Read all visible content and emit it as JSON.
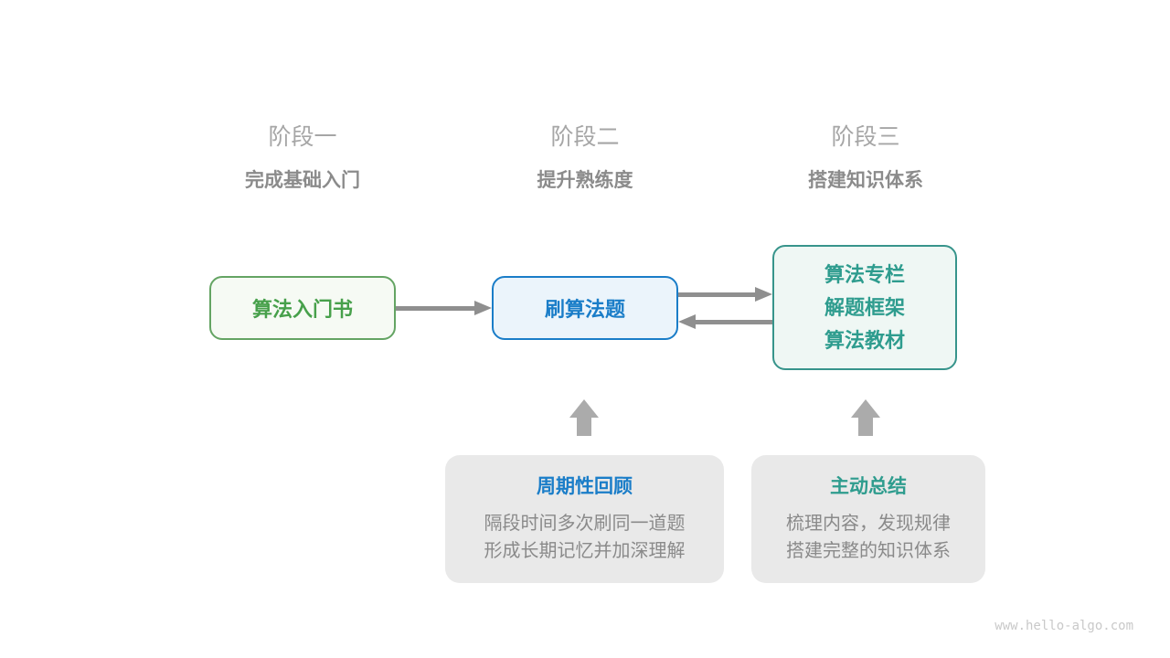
{
  "stages": [
    {
      "title": "阶段一",
      "subtitle": "完成基础入门"
    },
    {
      "title": "阶段二",
      "subtitle": "提升熟练度"
    },
    {
      "title": "阶段三",
      "subtitle": "搭建知识体系"
    }
  ],
  "nodes": {
    "intro_book": {
      "label": "算法入门书",
      "accent": "#47a04b"
    },
    "practice": {
      "label": "刷算法题",
      "accent": "#1a7dc8"
    },
    "knowledge": {
      "lines": [
        "算法专栏",
        "解题框架",
        "算法教材"
      ],
      "accent": "#2e9c8e"
    }
  },
  "arrows": {
    "horizontal_color": "#8f8f8f",
    "up_color": "#ababab"
  },
  "notes": [
    {
      "title": "周期性回顾",
      "body": [
        "隔段时间多次刷同一道题",
        "形成长期记忆并加深理解"
      ],
      "accent": "#1a7dc8"
    },
    {
      "title": "主动总结",
      "body": [
        "梳理内容，发现规律",
        "搭建完整的知识体系"
      ],
      "accent": "#2e9c8e"
    }
  ],
  "watermark": "www.hello-algo.com"
}
